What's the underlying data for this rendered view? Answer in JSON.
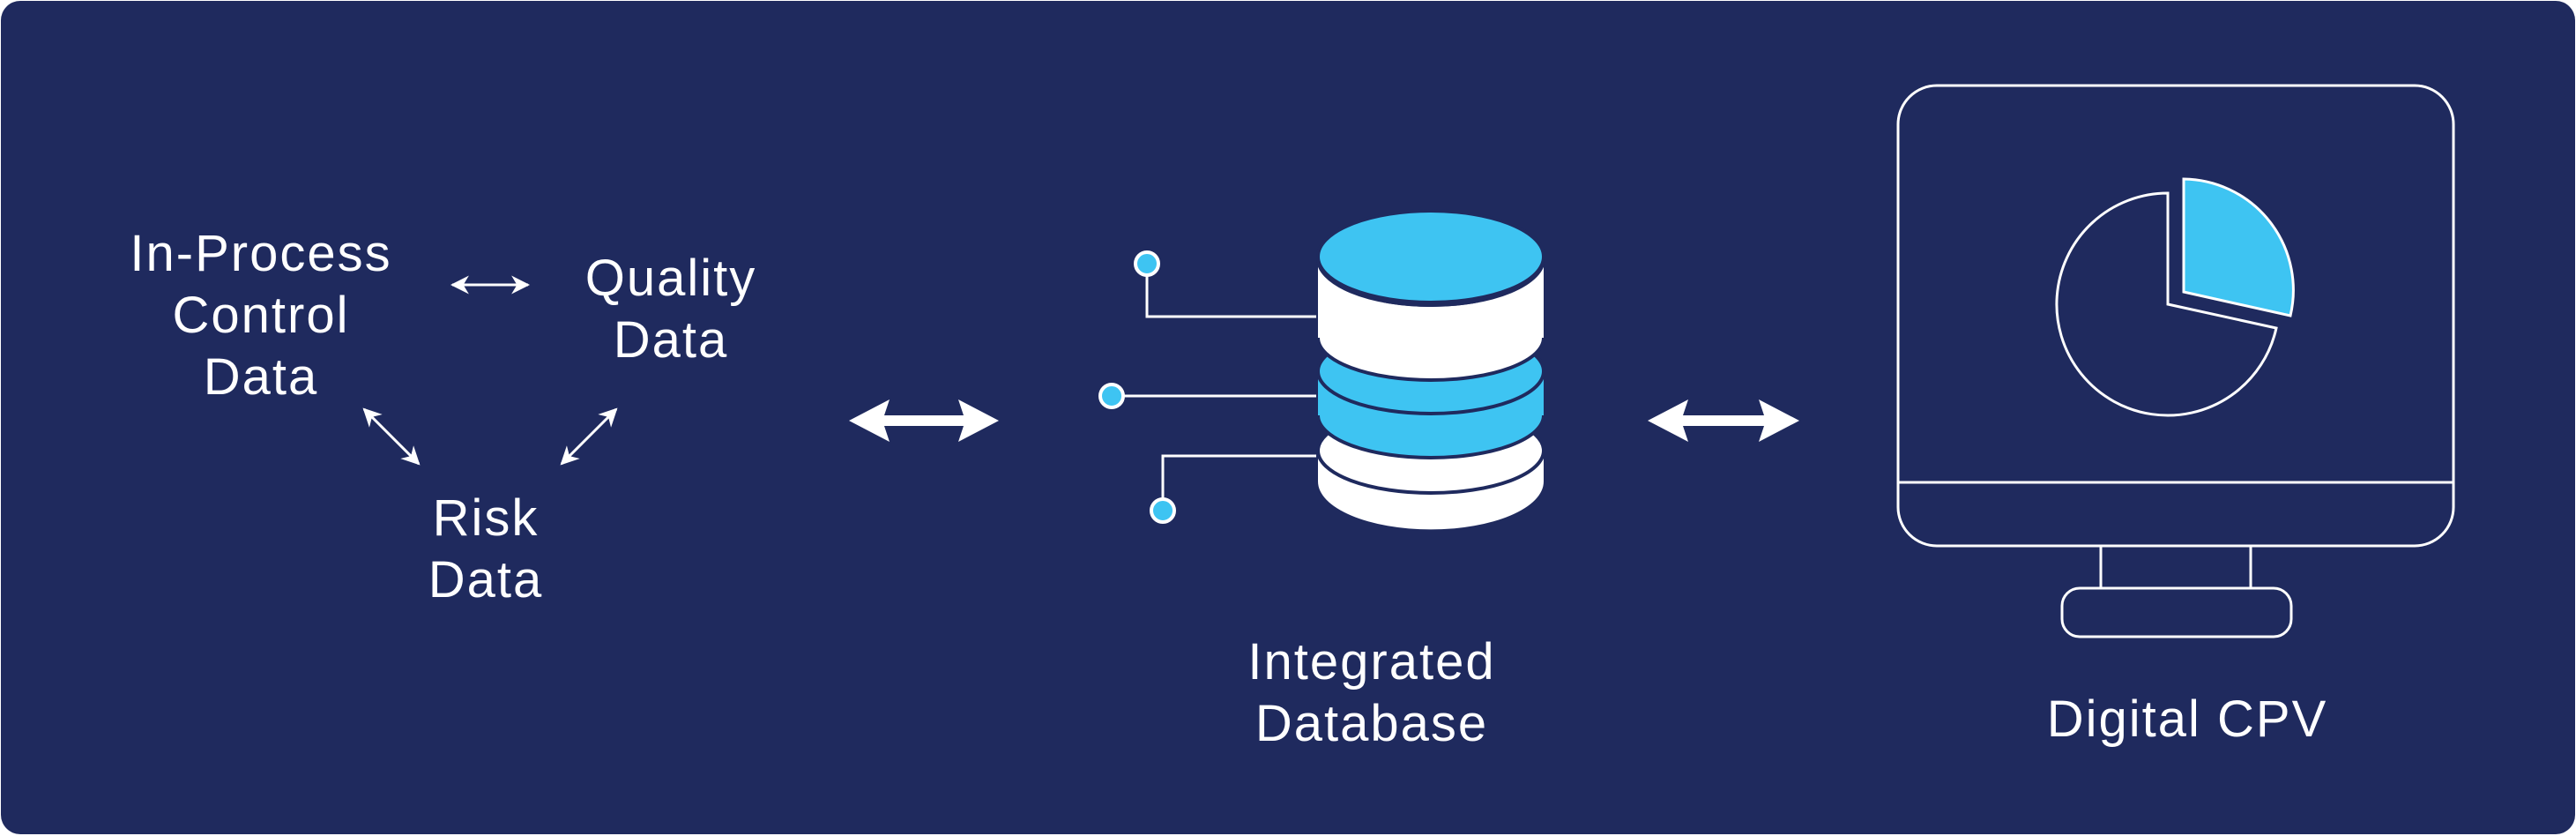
{
  "colors": {
    "background": "#1f2a5e",
    "accent": "#3ec4f2",
    "foreground": "#ffffff"
  },
  "sources": {
    "in_process": [
      "In-Process",
      "Control",
      "Data"
    ],
    "quality": [
      "Quality",
      "Data"
    ],
    "risk": [
      "Risk",
      "Data"
    ]
  },
  "database": {
    "label": [
      "Integrated",
      "Database"
    ],
    "icon": "database-icon"
  },
  "cpv": {
    "label": "Digital CPV",
    "icon": "monitor-pie-chart-icon"
  }
}
